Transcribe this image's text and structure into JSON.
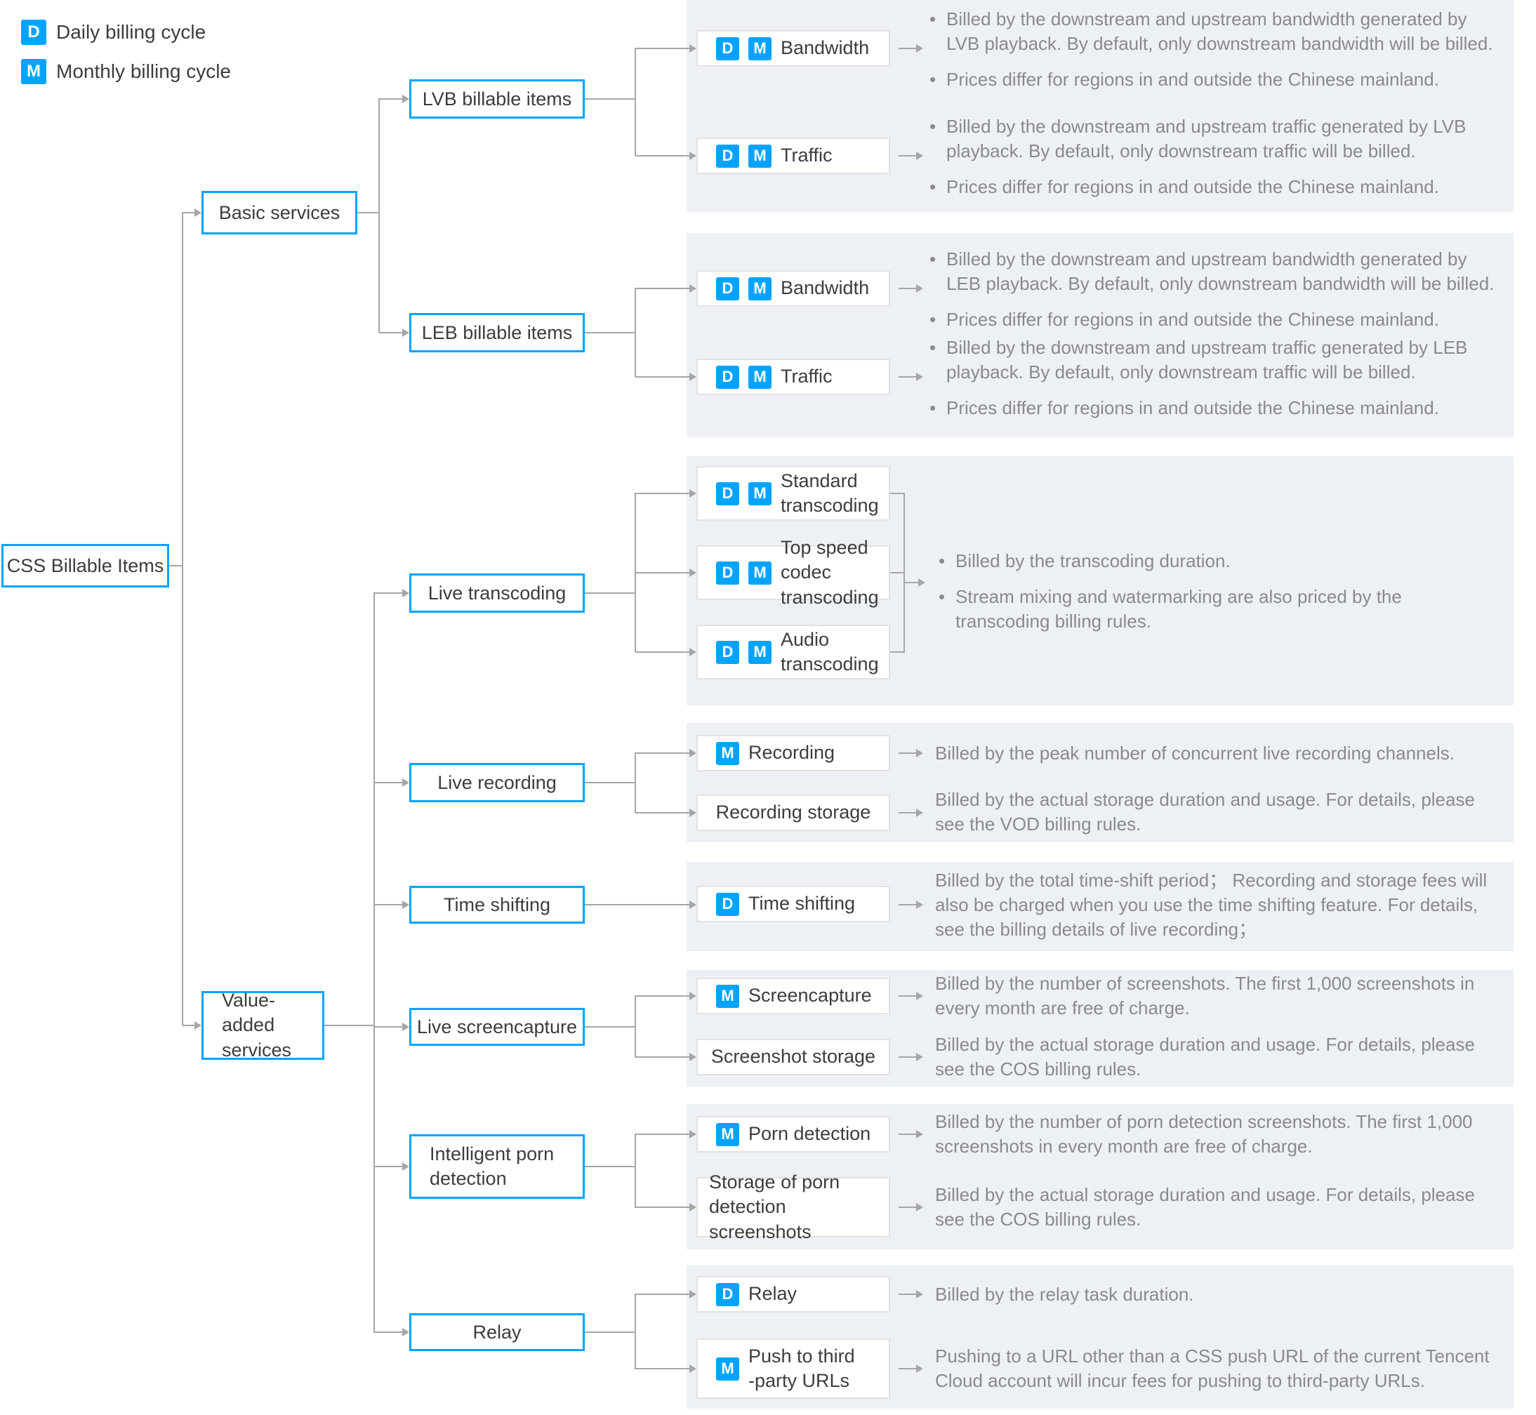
{
  "badges": {
    "daily": "D",
    "monthly": "M"
  },
  "legend": {
    "daily": {
      "badge": "D",
      "label": "Daily billing cycle"
    },
    "monthly": {
      "badge": "M",
      "label": "Monthly billing cycle"
    }
  },
  "root": {
    "label": "CSS Billable Items"
  },
  "level1": {
    "basic": {
      "label": "Basic services"
    },
    "value_added": {
      "label": "Value-added\nservices"
    }
  },
  "level2": {
    "lvb": {
      "label": "LVB billable items"
    },
    "leb": {
      "label": "LEB billable items"
    },
    "transcoding": {
      "label": "Live transcoding"
    },
    "recording": {
      "label": "Live recording"
    },
    "timeshift": {
      "label": "Time shifting"
    },
    "screencapture": {
      "label": "Live screencapture"
    },
    "porn": {
      "label": "Intelligent porn\ndetection"
    },
    "relay": {
      "label": "Relay"
    }
  },
  "items": {
    "lvb_bandwidth": {
      "badges": [
        "D",
        "M"
      ],
      "label": "Bandwidth",
      "bullets": [
        "Billed by the downstream and upstream bandwidth generated by LVB playback. By default, only downstream bandwidth will be billed.",
        "Prices differ for regions in and outside the Chinese mainland."
      ]
    },
    "lvb_traffic": {
      "badges": [
        "D",
        "M"
      ],
      "label": "Traffic",
      "bullets": [
        "Billed by the downstream and upstream traffic generated by LVB playback. By default, only downstream traffic will be billed.",
        "Prices differ for regions in and outside the Chinese mainland."
      ]
    },
    "leb_bandwidth": {
      "badges": [
        "D",
        "M"
      ],
      "label": "Bandwidth",
      "bullets": [
        "Billed by the downstream and upstream bandwidth generated by LEB playback. By default, only downstream bandwidth will be billed.",
        "Prices differ for regions in and outside the Chinese mainland."
      ]
    },
    "leb_traffic": {
      "badges": [
        "D",
        "M"
      ],
      "label": "Traffic",
      "bullets": [
        "Billed by the downstream and upstream traffic generated by LEB playback. By default, only downstream traffic will be billed.",
        "Prices differ for regions in and outside the Chinese mainland."
      ]
    },
    "std_transcoding": {
      "badges": [
        "D",
        "M"
      ],
      "label": "Standard\ntranscoding"
    },
    "tsc_transcoding": {
      "badges": [
        "D",
        "M"
      ],
      "label": "Top speed codec\ntranscoding"
    },
    "audio_transcoding": {
      "badges": [
        "D",
        "M"
      ],
      "label": "Audio\ntranscoding"
    },
    "transcoding_desc": {
      "bullets": [
        "Billed by the transcoding duration.",
        "Stream mixing and watermarking are also priced by the transcoding billing rules."
      ]
    },
    "recording": {
      "badges": [
        "M"
      ],
      "label": "Recording",
      "desc": "Billed by the peak number of concurrent live recording channels."
    },
    "recording_storage": {
      "badges": [],
      "label": "Recording storage",
      "desc": "Billed by the actual storage duration and usage. For details, please see the VOD billing rules."
    },
    "timeshift": {
      "badges": [
        "D"
      ],
      "label": "Time shifting",
      "desc": "Billed by the total time-shift period； Recording and storage fees will also be charged when you use the time shifting feature. For details, see the billing details of live recording；"
    },
    "screencapture": {
      "badges": [
        "M"
      ],
      "label": "Screencapture",
      "desc": "Billed by the number of screenshots. The first 1,000 screenshots in every month are free of charge."
    },
    "screenshot_storage": {
      "badges": [],
      "label": "Screenshot storage",
      "desc": "Billed by the actual storage duration and usage. For details, please see the COS billing rules."
    },
    "porn_detection": {
      "badges": [
        "M"
      ],
      "label": "Porn detection",
      "desc": "Billed by the number of porn detection screenshots. The first 1,000 screenshots in every month are free of charge."
    },
    "porn_storage": {
      "badges": [],
      "label": "Storage of porn\ndetection screenshots",
      "desc": "Billed by the actual storage duration and usage. For details, please see the COS billing rules."
    },
    "relay": {
      "badges": [
        "D"
      ],
      "label": "Relay",
      "desc": "Billed by the relay task duration."
    },
    "push_third_party": {
      "badges": [
        "M"
      ],
      "label": "Push to third\n-party URLs",
      "desc": "Pushing to a URL other than a CSS push URL of the current Tencent Cloud account will incur fees for pushing to third-party URLs."
    }
  },
  "colors": {
    "accent_blue": "#00A4FF",
    "panel_bg": "#EDF1F6",
    "line_gray": "#A6A6A6",
    "desc_text": "#8A8A8A"
  }
}
